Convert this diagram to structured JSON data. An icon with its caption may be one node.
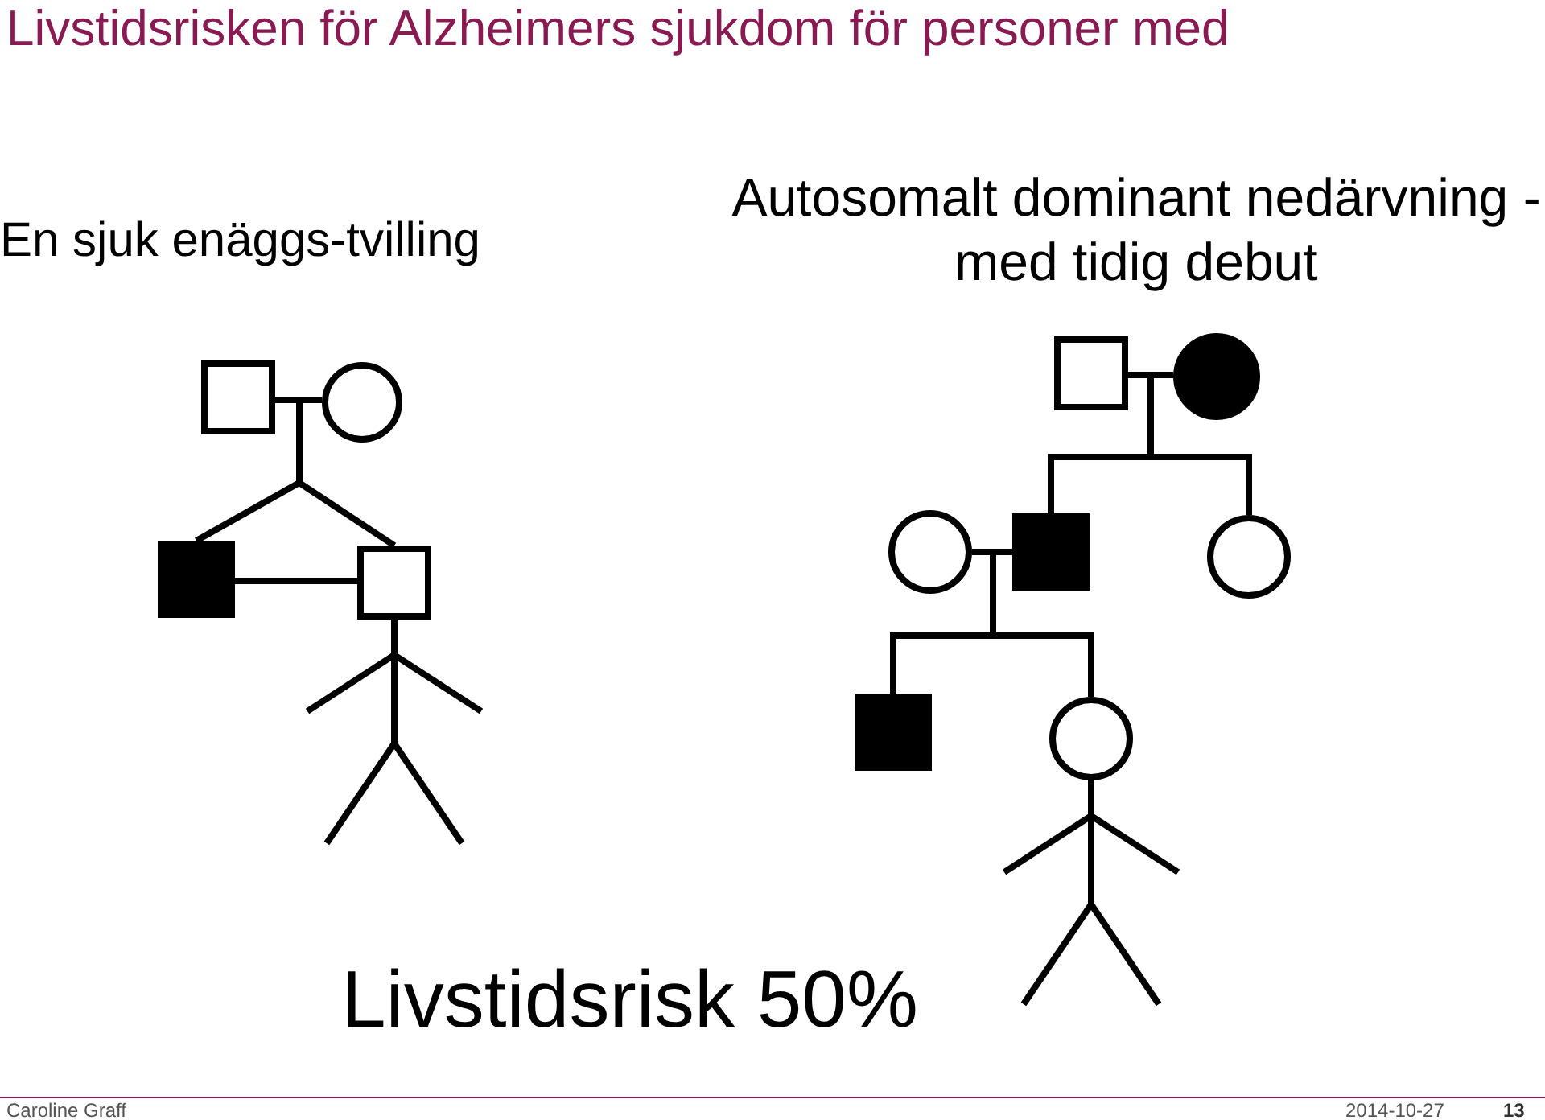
{
  "diagram": {
    "title": "Livstidsrisken för Alzheimers sjukdom för personer med",
    "nodes": [
      {
        "text": [],
        "shape": "box"
      },
      {
        "text": [],
        "shape": "circle"
      },
      {
        "text": [],
        "shape": "box"
      },
      {
        "text": [],
        "shape": "box"
      },
      {
        "text": [],
        "shape": "box"
      },
      {
        "text": [],
        "shape": "circle"
      },
      {
        "text": [],
        "shape": "circle"
      },
      {
        "text": [],
        "shape": "box"
      },
      {
        "text": [],
        "shape": "circle"
      },
      {
        "text": [],
        "shape": "box"
      },
      {
        "text": [],
        "shape": "circle"
      }
    ],
    "edges": [
      {
        "from": 0,
        "to": 1,
        "arrow": "none"
      },
      {
        "from": null,
        "to": 2,
        "arrow": "none"
      },
      {
        "from": null,
        "to": 3,
        "arrow": "none"
      },
      {
        "from": 2,
        "to": 3,
        "arrow": "none"
      },
      {
        "from": 4,
        "to": 5,
        "arrow": "none"
      },
      {
        "from": null,
        "to": 7,
        "arrow": "none"
      },
      {
        "from": null,
        "to": 8,
        "arrow": "none"
      },
      {
        "from": 6,
        "to": 7,
        "arrow": "none"
      },
      {
        "from": null,
        "to": 9,
        "arrow": "none"
      },
      {
        "from": null,
        "to": 10,
        "arrow": "none"
      }
    ],
    "labels": [
      "En sjuk enäggs-tvilling",
      "Autosomalt dominant nedärvning -med tidig debut",
      "Livstidsrisk 50%",
      "Caroline Graff",
      "2014-10-27",
      "13"
    ]
  }
}
